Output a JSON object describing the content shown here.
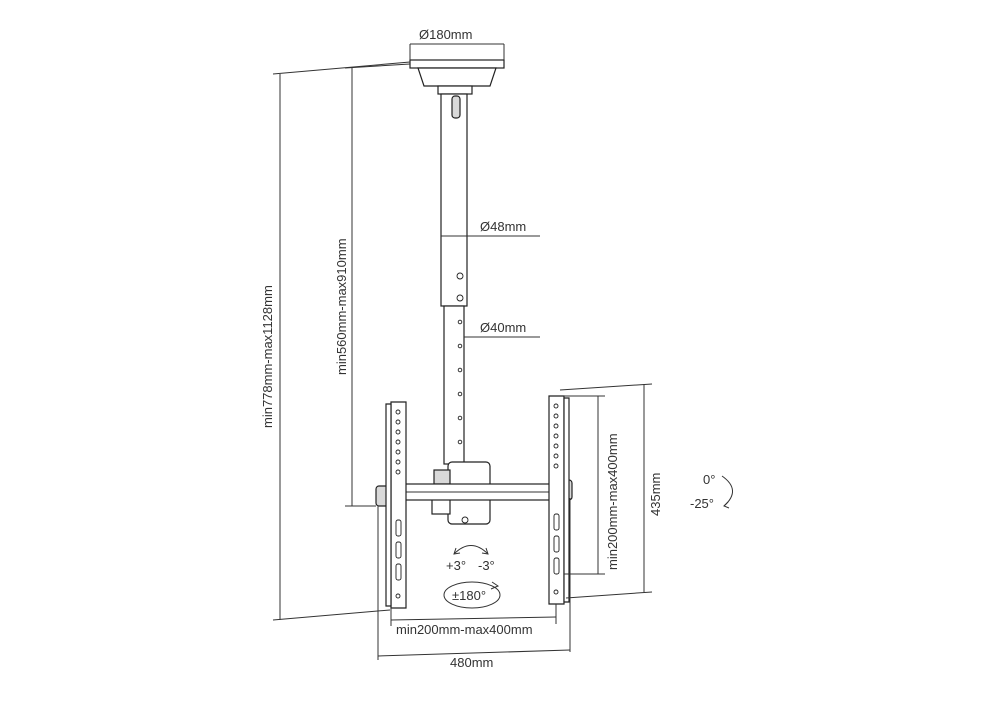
{
  "dimensions": {
    "ceiling_plate": "Ø180mm",
    "outer_tube": "Ø48mm",
    "inner_tube": "Ø40mm",
    "total_height": "min778mm-max1128mm",
    "pole_length": "min560mm-max910mm",
    "bracket_height": "435mm",
    "vesa_vertical": "min200mm-max400mm",
    "vesa_horizontal": "min200mm-max400mm",
    "total_width": "480mm"
  },
  "angles": {
    "tilt_top": "0°",
    "tilt_bottom": "-25°",
    "level_plus": "+3°",
    "level_minus": "-3°",
    "rotation": "±180°"
  },
  "colors": {
    "line": "#333333",
    "text": "#333333",
    "fill": "#d9d9d9"
  }
}
